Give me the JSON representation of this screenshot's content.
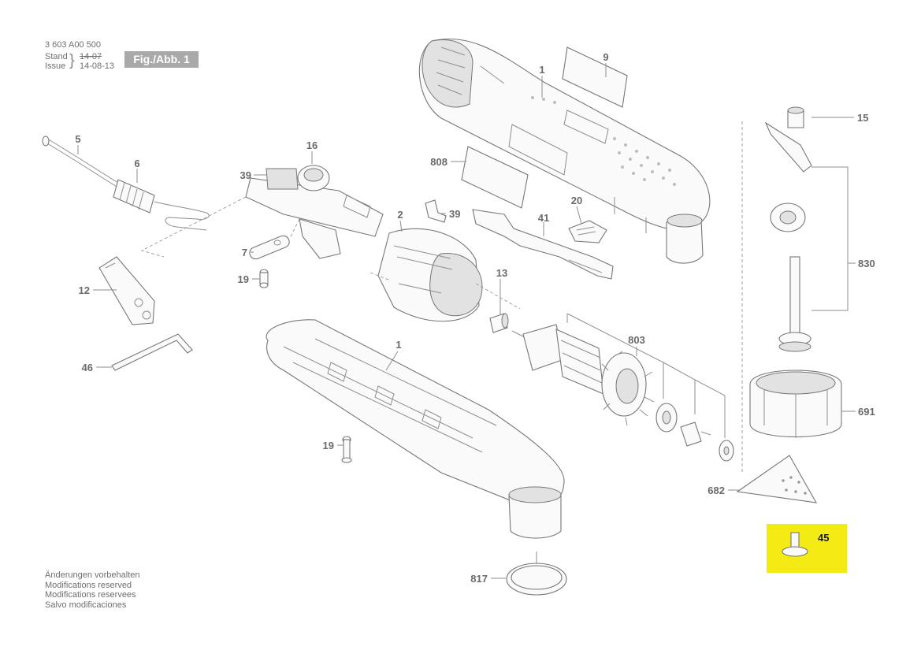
{
  "header": {
    "doc_number": "3 603 A00 500",
    "stand_label": "Stand",
    "issue_label": "Issue",
    "stand_date": "14-07",
    "issue_date": "14-08-13",
    "figure_label": "Fig./Abb. 1"
  },
  "notes": [
    "Änderungen vorbehalten",
    "Modifications reserved",
    "Modifications reservees",
    "Salvo modificaciones"
  ],
  "callouts": {
    "c1_top": "1",
    "c9": "9",
    "c15": "15",
    "c5": "5",
    "c16": "16",
    "c808": "808",
    "c6": "6",
    "c39_a": "39",
    "c39_b": "39",
    "c20": "20",
    "c2": "2",
    "c41": "41",
    "c830": "830",
    "c7": "7",
    "c19_a": "19",
    "c13": "13",
    "c12": "12",
    "c1_bottom": "1",
    "c803": "803",
    "c46": "46",
    "c691": "691",
    "c19_b": "19",
    "c682": "682",
    "c45": "45",
    "c817": "817"
  },
  "highlight": {
    "part": "45",
    "color": "#f5eb14"
  }
}
